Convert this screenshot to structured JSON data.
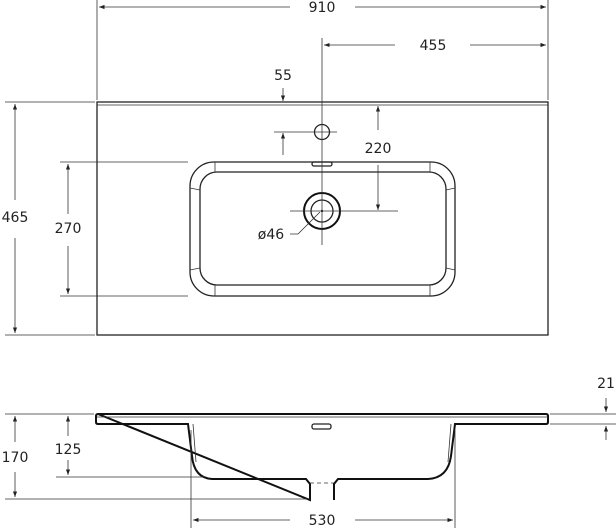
{
  "top_view": {
    "width_total": "910",
    "half_width": "455",
    "tap_offset": "55",
    "drain_offset": "220",
    "drain_diameter": "ø46",
    "depth_total": "465",
    "bowl_depth": "270"
  },
  "side_view": {
    "slab_thickness": "21",
    "total_height": "170",
    "bowl_height": "125",
    "bowl_width": "530"
  }
}
